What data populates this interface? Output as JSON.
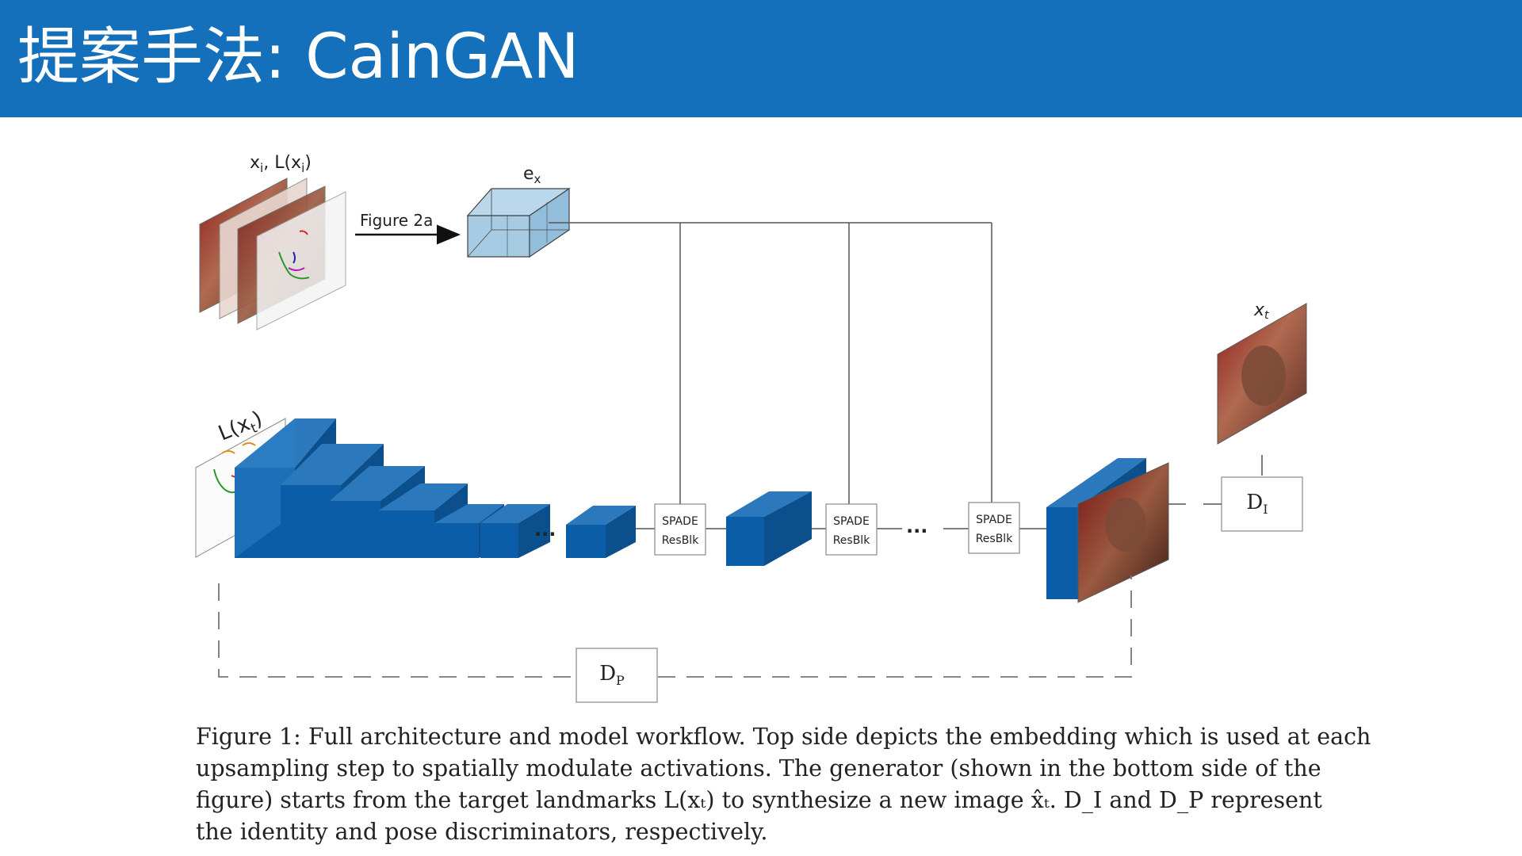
{
  "slide": {
    "title": "提案手法: CainGAN"
  },
  "diagram": {
    "input_label": "x",
    "input_label_sub": "i",
    "input_label_suffix": ", L(x",
    "input_label_sub2": "i",
    "input_label_end": ")",
    "figure_ref_label": "Figure 2a",
    "embedding_label": "e",
    "embedding_label_sub": "x",
    "landmark_label": "L(x",
    "landmark_label_sub": "t",
    "landmark_label_end": ")",
    "spade_line1": "SPADE",
    "spade_line2": "ResBlk",
    "ellipsis": "...",
    "target_label": "x",
    "target_label_sub": "t",
    "identity_disc": "D",
    "identity_disc_sub": "I",
    "pose_disc": "D",
    "pose_disc_sub": "P",
    "colors": {
      "block_blue": "#0A5DA6",
      "embedding_cube": "#A7CBE3",
      "title_bar": "#1570BB"
    }
  },
  "caption": {
    "line1": "Figure 1: Full architecture and model workflow. Top side depicts the embedding which is used at each",
    "line2": "upsampling step to spatially modulate activations. The generator (shown in the bottom side of the",
    "line3": "figure) starts from the target landmarks L(xₜ) to synthesize a new image x̂ₜ. D_I and D_P represent",
    "line4": "the identity and pose discriminators, respectively."
  }
}
